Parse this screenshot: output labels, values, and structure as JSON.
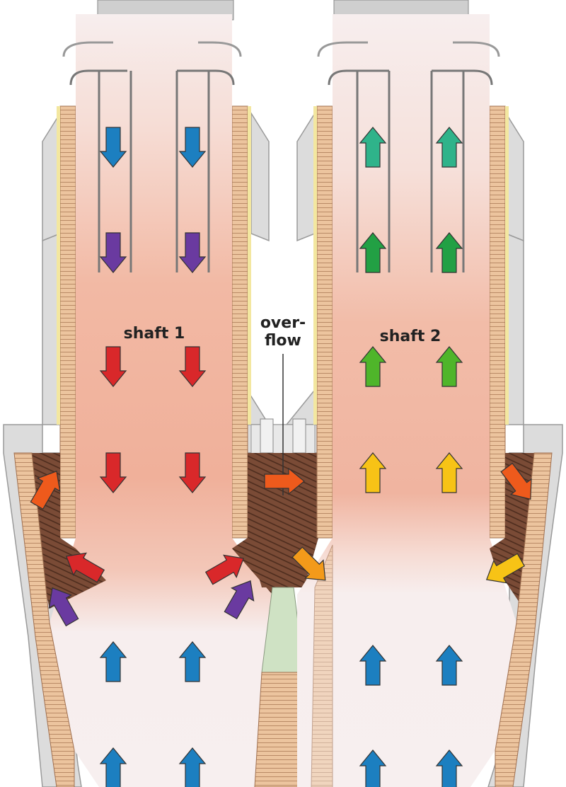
{
  "labels": {
    "shaft1": "shaft 1",
    "overflow_line1": "over-",
    "overflow_line2": "flow",
    "shaft2": "shaft 2"
  },
  "colors": {
    "blue": "#1c7fc0",
    "purple": "#6a3aa0",
    "red": "#d9282a",
    "orange": "#ee5a1c",
    "orange_yellow": "#f39a1a",
    "yellow": "#f7c316",
    "teal": "#2fb38a",
    "green": "#22a044",
    "lime": "#4fb52a",
    "shaft_hot": "#f2b5a0",
    "shaft_cool": "#f7eeee",
    "brick": "#e9b98f",
    "insulation": "#f3e2a0",
    "steel": "#d9d9d9",
    "refractory_dark": "#6b4230"
  },
  "arrows": [
    {
      "color": "blue",
      "direction": "down"
    },
    {
      "color": "blue",
      "direction": "down"
    },
    {
      "color": "purple",
      "direction": "down"
    },
    {
      "color": "purple",
      "direction": "down"
    },
    {
      "color": "red",
      "direction": "down"
    },
    {
      "color": "red",
      "direction": "down"
    },
    {
      "color": "red",
      "direction": "down"
    },
    {
      "color": "red",
      "direction": "down"
    },
    {
      "color": "blue",
      "direction": "up"
    },
    {
      "color": "blue",
      "direction": "up"
    },
    {
      "color": "blue",
      "direction": "up"
    },
    {
      "color": "blue",
      "direction": "up"
    },
    {
      "color": "orange",
      "direction": "up-right"
    },
    {
      "color": "red",
      "direction": "up-left"
    },
    {
      "color": "purple",
      "direction": "up-left"
    },
    {
      "color": "red",
      "direction": "up-right"
    },
    {
      "color": "purple",
      "direction": "up-right"
    },
    {
      "color": "orange",
      "direction": "right"
    },
    {
      "color": "orange_yellow",
      "direction": "down-right"
    },
    {
      "color": "teal",
      "direction": "up"
    },
    {
      "color": "teal",
      "direction": "up"
    },
    {
      "color": "green",
      "direction": "up"
    },
    {
      "color": "green",
      "direction": "up"
    },
    {
      "color": "lime",
      "direction": "up"
    },
    {
      "color": "lime",
      "direction": "up"
    },
    {
      "color": "yellow",
      "direction": "up"
    },
    {
      "color": "yellow",
      "direction": "up"
    },
    {
      "color": "blue",
      "direction": "up"
    },
    {
      "color": "blue",
      "direction": "up"
    },
    {
      "color": "blue",
      "direction": "up"
    },
    {
      "color": "blue",
      "direction": "up"
    },
    {
      "color": "orange",
      "direction": "down-right"
    },
    {
      "color": "yellow",
      "direction": "down-left"
    }
  ]
}
